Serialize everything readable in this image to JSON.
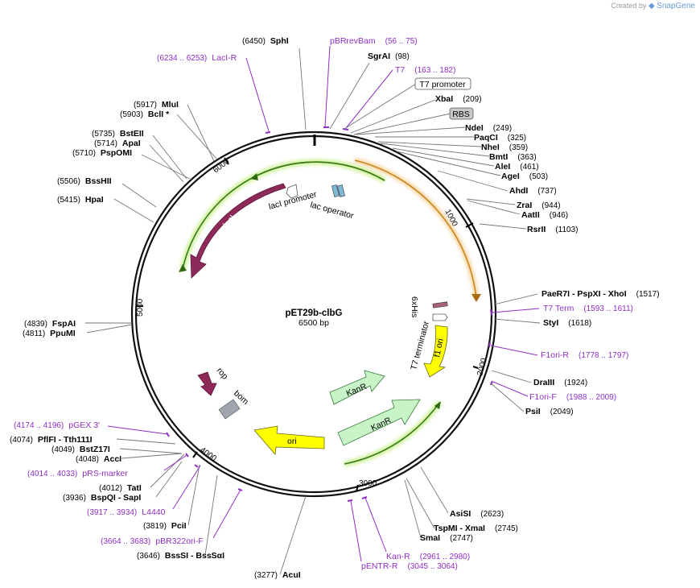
{
  "brand": {
    "prefix": "Created by",
    "name": "SnapGene"
  },
  "plasmid": {
    "name": "pET29b-clbG",
    "length_label": "6500 bp",
    "length": 6500
  },
  "ticks": [
    "1000",
    "2000",
    "3000",
    "4000",
    "5000",
    "6000"
  ],
  "restriction_sites": [
    {
      "name": "SphI",
      "pos": "(6450)"
    },
    {
      "name": "SgrAI",
      "pos": "(98)"
    },
    {
      "name": "XbaI",
      "pos": "(209)"
    },
    {
      "name": "NdeI",
      "pos": "(249)"
    },
    {
      "name": "PaqCI",
      "pos": "(325)"
    },
    {
      "name": "NheI",
      "pos": "(359)"
    },
    {
      "name": "BmtI",
      "pos": "(363)"
    },
    {
      "name": "AleI",
      "pos": "(461)"
    },
    {
      "name": "AgeI",
      "pos": "(503)"
    },
    {
      "name": "AhdI",
      "pos": "(737)"
    },
    {
      "name": "ZraI",
      "pos": "(944)"
    },
    {
      "name": "AatII",
      "pos": "(946)"
    },
    {
      "name": "RsrII",
      "pos": "(1103)"
    },
    {
      "name": "PaeR7I - PspXI - XhoI",
      "pos": "(1517)"
    },
    {
      "name": "StyI",
      "pos": "(1618)"
    },
    {
      "name": "DraIII",
      "pos": "(1924)"
    },
    {
      "name": "PsiI",
      "pos": "(2049)"
    },
    {
      "name": "AsiSI",
      "pos": "(2623)"
    },
    {
      "name": "TspMI - XmaI",
      "pos": "(2745)"
    },
    {
      "name": "SmaI",
      "pos": "(2747)"
    },
    {
      "name": "AcuI",
      "pos": "(3277)"
    },
    {
      "name": "BssSI - BssSαI",
      "pos": "(3646)"
    },
    {
      "name": "PciI",
      "pos": "(3819)"
    },
    {
      "name": "BspQI - SapI",
      "pos": "(3936)"
    },
    {
      "name": "TatI",
      "pos": "(4012)"
    },
    {
      "name": "AccI",
      "pos": "(4048)"
    },
    {
      "name": "BstZ17I",
      "pos": "(4049)"
    },
    {
      "name": "PflFI - Tth111I",
      "pos": "(4074)"
    },
    {
      "name": "PpuMI",
      "pos": "(4811)"
    },
    {
      "name": "FspAI",
      "pos": "(4839)"
    },
    {
      "name": "HpaI",
      "pos": "(5415)"
    },
    {
      "name": "BssHII",
      "pos": "(5506)"
    },
    {
      "name": "PspOMI",
      "pos": "(5710)"
    },
    {
      "name": "ApaI",
      "pos": "(5714)"
    },
    {
      "name": "BstEII",
      "pos": "(5735)"
    },
    {
      "name": "BclI *",
      "pos": "(5903)"
    },
    {
      "name": "MluI",
      "pos": "(5917)"
    }
  ],
  "primers": [
    {
      "name": "LacI-R",
      "pos": "(6234 .. 6253)"
    },
    {
      "name": "pBRrevBam",
      "pos": "(56 .. 75)"
    },
    {
      "name": "T7",
      "pos": "(163 .. 182)"
    },
    {
      "name": "T7 Term",
      "pos": "(1593 .. 1611)"
    },
    {
      "name": "F1ori-R",
      "pos": "(1778 .. 1797)"
    },
    {
      "name": "F1ori-F",
      "pos": "(1988 .. 2009)"
    },
    {
      "name": "Kan-R",
      "pos": "(2961 .. 2980)"
    },
    {
      "name": "pENTR-R",
      "pos": "(3045 .. 3064)"
    },
    {
      "name": "pBR322ori-F",
      "pos": "(3664 .. 3683)"
    },
    {
      "name": "L4440",
      "pos": "(3917 .. 3934)"
    },
    {
      "name": "pRS-marker",
      "pos": "(4014 .. 4033)"
    },
    {
      "name": "pGEX 3'",
      "pos": "(4174 .. 4196)"
    }
  ],
  "boxed_features": [
    {
      "name": "T7 promoter"
    },
    {
      "name": "RBS"
    }
  ],
  "features": [
    {
      "name": "lacI"
    },
    {
      "name": "lacI promoter"
    },
    {
      "name": "lac operator"
    },
    {
      "name": "6xHis"
    },
    {
      "name": "T7 terminator"
    },
    {
      "name": "f1 ori"
    },
    {
      "name": "KanR"
    },
    {
      "name": "KanR"
    },
    {
      "name": "ori"
    },
    {
      "name": "rop"
    },
    {
      "name": "bom"
    }
  ],
  "colors": {
    "lacI": "#8e2a5a",
    "ori": "#ffff00",
    "kanR": "#c8f5c8",
    "f1ori": "#ffff00",
    "orf_green": "#7ac043",
    "orf_orange": "#f0a030",
    "primer": "#8d2fc5",
    "bom": "#a0a5ad"
  }
}
